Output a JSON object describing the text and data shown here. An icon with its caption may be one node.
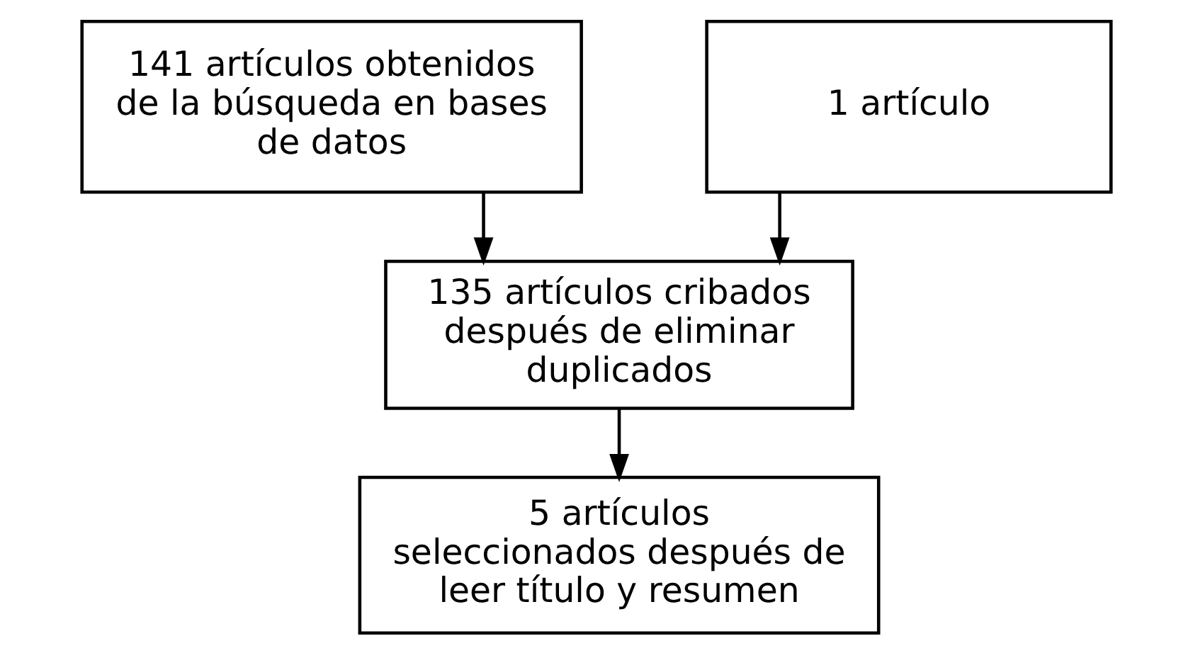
{
  "diagram": {
    "nodes": [
      {
        "text": [
          "141 artículos obtenidos de la búsqueda en bases de datos"
        ]
      },
      {
        "text": [
          "1 artículo"
        ]
      },
      {
        "text": [
          "135 artículos cribados después de eliminar duplicados"
        ]
      },
      {
        "text": [
          "5 artículos seleccionados después de leer título y resumen"
        ]
      }
    ],
    "edges": [
      {
        "from": 0,
        "to": 2,
        "arrow": "to"
      },
      {
        "from": 1,
        "to": 2,
        "arrow": "to"
      },
      {
        "from": 2,
        "to": 3,
        "arrow": "to"
      }
    ]
  }
}
